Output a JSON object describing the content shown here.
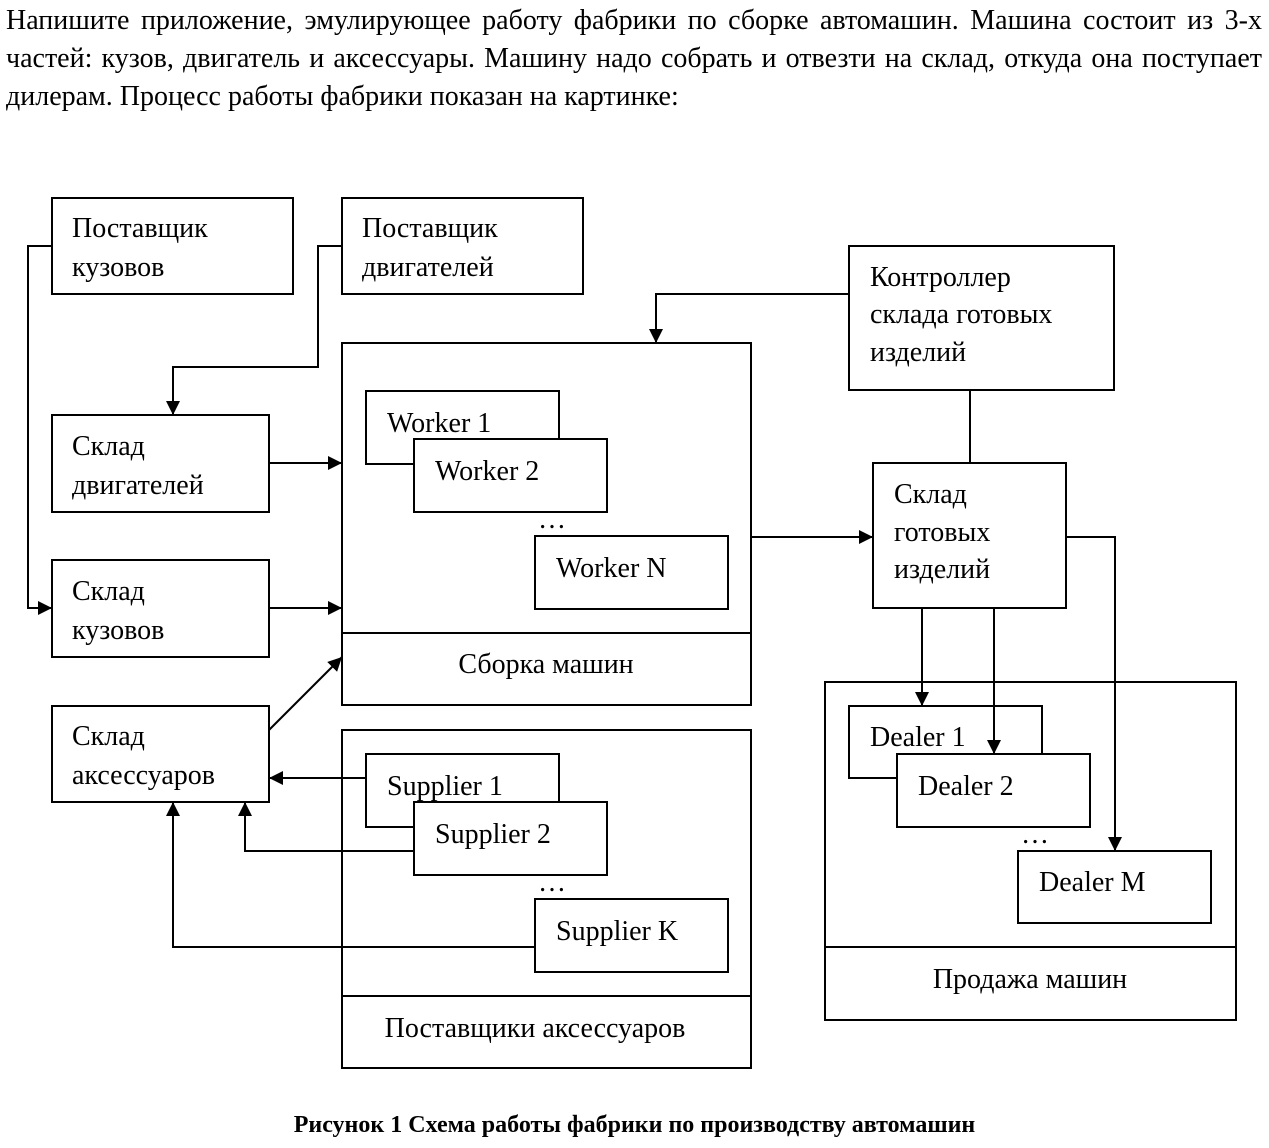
{
  "intro": "Напишите приложение, эмулирующее работу фабрики по сборке автомашин. Машина состоит из 3-х частей: кузов, двигатель и аксессуары. Машину надо собрать и отвезти на склад, откуда она поступает дилерам. Процесс работы фабрики показан на картинке:",
  "diagram": {
    "body_supplier": [
      "Поставщик",
      "кузовов"
    ],
    "engine_supplier": [
      "Поставщик",
      "двигателей"
    ],
    "controller": [
      "Контроллер",
      "склада готовых",
      "изделий"
    ],
    "engine_storage": [
      "Склад",
      "двигателей"
    ],
    "body_storage": [
      "Склад",
      "кузовов"
    ],
    "accessory_storage": [
      "Склад",
      "аксессуаров"
    ],
    "assembly": {
      "title": "Сборка машин",
      "workers": [
        "Worker 1",
        "Worker 2",
        "Worker N"
      ],
      "ellipsis": "…"
    },
    "finished_storage": [
      "Склад",
      "готовых",
      "изделий"
    ],
    "accessory_suppliers": {
      "title": "Поставщики аксессуаров",
      "suppliers": [
        "Supplier 1",
        "Supplier 2",
        "Supplier K"
      ],
      "ellipsis": "…"
    },
    "sales": {
      "title": "Продажа машин",
      "dealers": [
        "Dealer 1",
        "Dealer 2",
        "Dealer M"
      ],
      "ellipsis": "…"
    }
  },
  "caption": "Рисунок 1 Схема работы фабрики  по производству автомашин"
}
